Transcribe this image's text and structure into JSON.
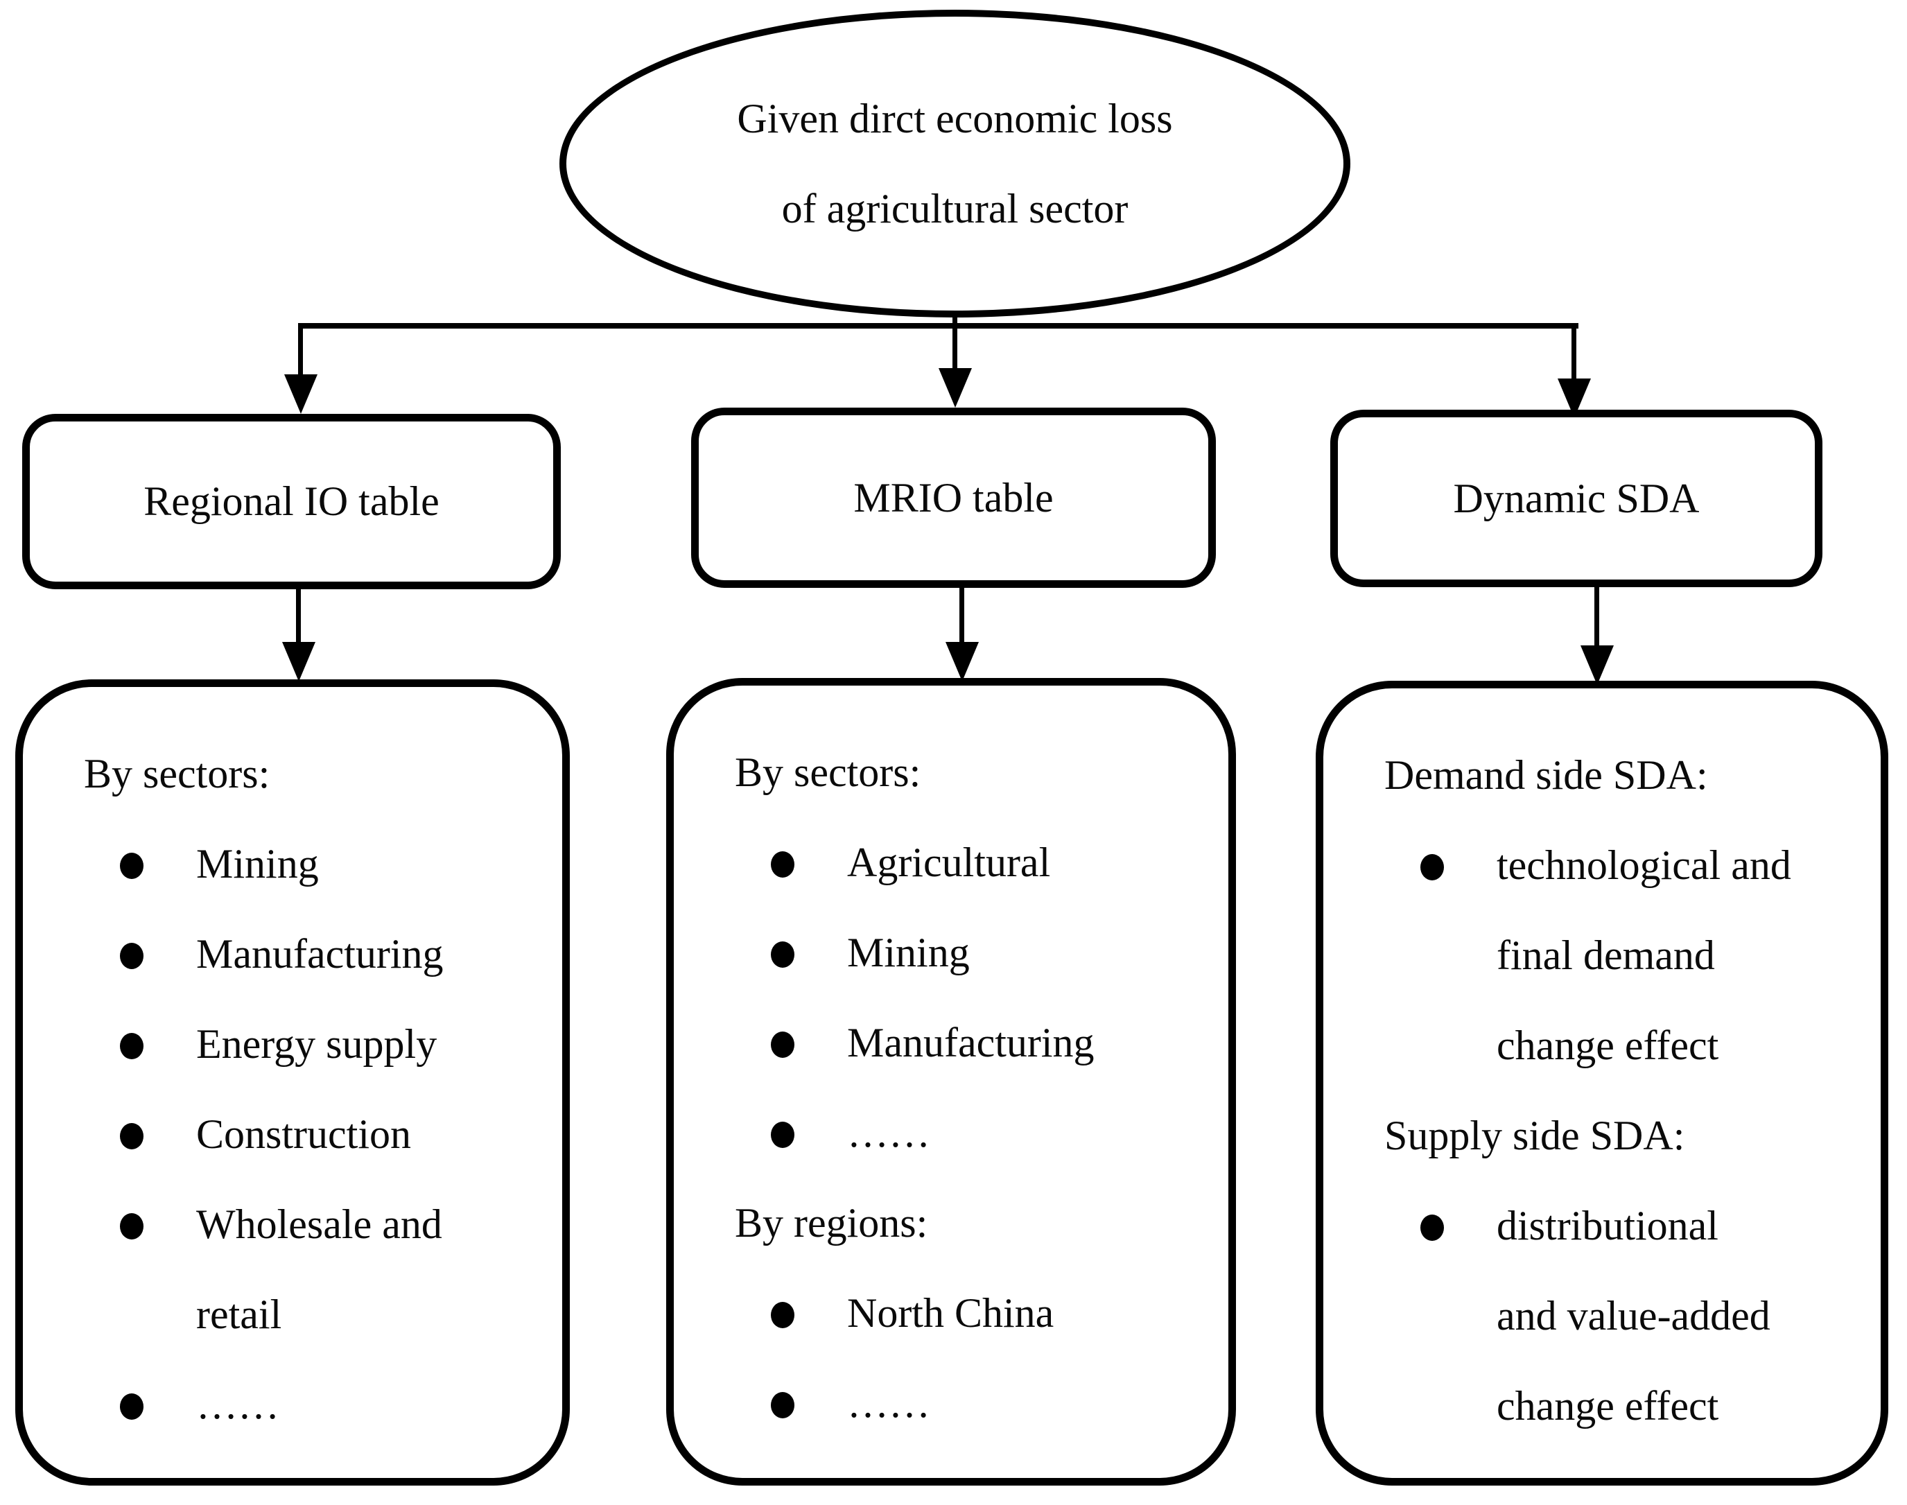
{
  "diagram": {
    "root": {
      "lines": [
        "Given dirct economic loss",
        "of agricultural sector"
      ]
    },
    "branches": [
      {
        "label": "Regional IO table",
        "details": [
          {
            "text": "By sectors:",
            "style": "header"
          },
          {
            "text": "Mining",
            "style": "bullet"
          },
          {
            "text": "Manufacturing",
            "style": "bullet"
          },
          {
            "text": "Energy supply",
            "style": "bullet"
          },
          {
            "text": "Construction",
            "style": "bullet"
          },
          {
            "text": "Wholesale and",
            "style": "bullet"
          },
          {
            "text": "retail",
            "style": "cont"
          },
          {
            "text": "……",
            "style": "bullet"
          }
        ]
      },
      {
        "label": "MRIO table",
        "details": [
          {
            "text": "By sectors:",
            "style": "header"
          },
          {
            "text": "Agricultural",
            "style": "bullet"
          },
          {
            "text": "Mining",
            "style": "bullet"
          },
          {
            "text": "Manufacturing",
            "style": "bullet"
          },
          {
            "text": "……",
            "style": "bullet"
          },
          {
            "text": "By regions:",
            "style": "header"
          },
          {
            "text": "North China",
            "style": "bullet"
          },
          {
            "text": "……",
            "style": "bullet"
          }
        ]
      },
      {
        "label": "Dynamic SDA",
        "details": [
          {
            "text": "Demand side SDA:",
            "style": "header"
          },
          {
            "text": "technological and",
            "style": "bullet"
          },
          {
            "text": "final demand",
            "style": "cont"
          },
          {
            "text": "change effect",
            "style": "cont"
          },
          {
            "text": "Supply side SDA:",
            "style": "header"
          },
          {
            "text": "distributional",
            "style": "bullet"
          },
          {
            "text": "and value-added",
            "style": "cont"
          },
          {
            "text": "change effect",
            "style": "cont"
          }
        ]
      }
    ],
    "colors": {
      "line": "#000000",
      "text": "#0a0a0a",
      "background": "#ffffff"
    }
  }
}
